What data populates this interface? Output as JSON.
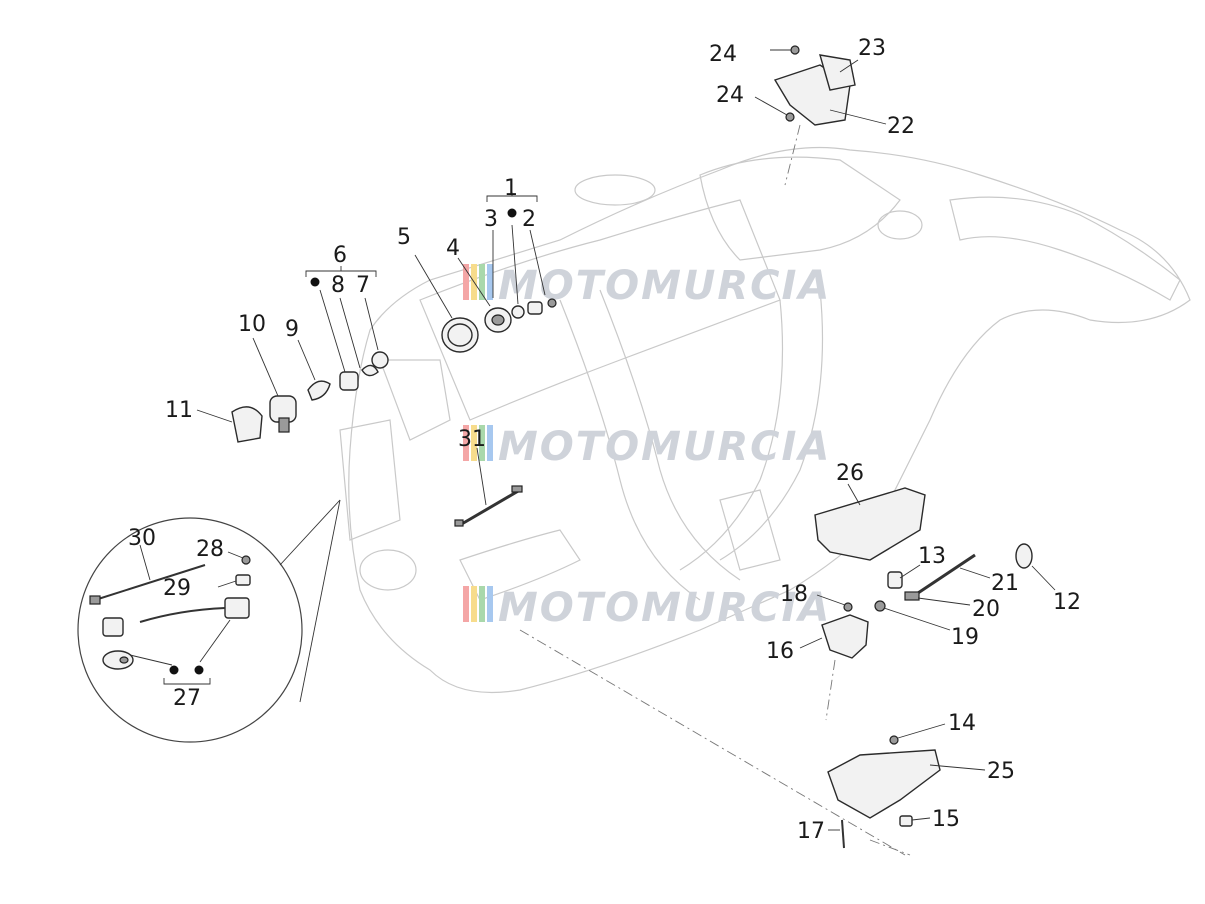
{
  "watermark": {
    "text": "MOTOMURCIA",
    "colors": [
      "#e53935",
      "#fbc02d",
      "#43a047",
      "#1e88e5"
    ]
  },
  "callouts": {
    "p1": "1",
    "p2": "2",
    "p3": "3",
    "p4": "4",
    "p5": "5",
    "p6": "6",
    "p7": "7",
    "p8": "8",
    "p9": "9",
    "p10": "10",
    "p11": "11",
    "p12": "12",
    "p13": "13",
    "p14": "14",
    "p15": "15",
    "p16": "16",
    "p17": "17",
    "p18": "18",
    "p19": "19",
    "p20": "20",
    "p21": "21",
    "p22": "22",
    "p23": "23",
    "p24a": "24",
    "p24b": "24",
    "p25": "25",
    "p26": "26",
    "p27": "27",
    "p28": "28",
    "p29": "29",
    "p30": "30",
    "p31": "31"
  },
  "icons": {
    "kit_marker": "filled-dot"
  }
}
